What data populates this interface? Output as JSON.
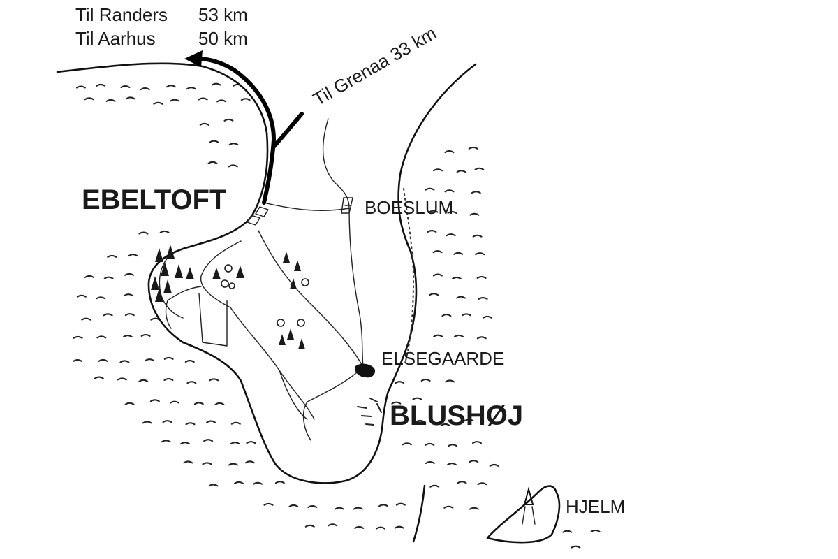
{
  "map": {
    "places": {
      "ebeltoft": "EBELTOFT",
      "boeslum": "BOESLUM",
      "elsegaarde": "ELSEGAARDE",
      "blushoj": "BLUSHØJ",
      "hjelm": "HJELM"
    },
    "directions": {
      "randers": {
        "label": "Til Randers",
        "distance": "53 km"
      },
      "aarhus": {
        "label": "Til Aarhus",
        "distance": "50 km"
      },
      "grenaa": "Til Grenaa  33 km"
    },
    "colors": {
      "ink": "#111111",
      "paper": "#ffffff"
    }
  }
}
